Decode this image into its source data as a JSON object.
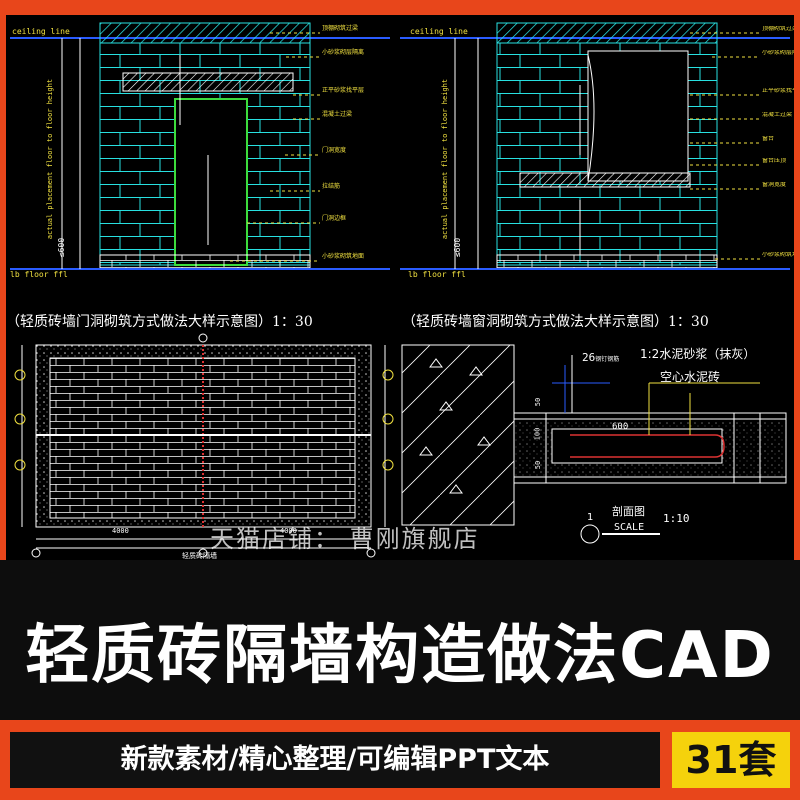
{
  "drawing_1": {
    "caption": "（轻质砖墙门洞砌筑方式做法大样示意图）1：30",
    "ceiling_label": "ceiling line",
    "floor_label": "lb floor ffl",
    "height_label": "actual placement floor to floor height",
    "dim": "≤600",
    "notes": [
      "顶棚砌筑过梁",
      "小砂浆砌层隔离",
      "正平砂浆找平层",
      "混凝土过梁",
      "门洞宽度",
      "拉结筋",
      "门洞边框",
      "小砂浆砌筑地面"
    ]
  },
  "drawing_2": {
    "caption": "（轻质砖墙窗洞砌筑方式做法大样示意图）1：30",
    "ceiling_label": "ceiling line",
    "floor_label": "lb floor ffl",
    "height_label": "actual placement floor to floor height",
    "dim": "≤600",
    "notes": [
      "顶棚砌筑过梁",
      "小砂浆砌层隔离",
      "正平砂浆找平层",
      "混凝土过梁",
      "窗台",
      "窗台压顶",
      "窗洞宽度",
      "小砂浆砌筑地面"
    ]
  },
  "drawing_3": {
    "dims": [
      "4000",
      "4000"
    ],
    "bottom_label": "轻质砖隔墙"
  },
  "drawing_4": {
    "mortar_label": "1:2水泥砂浆（抹灰）",
    "brick_label": "空心水泥砖",
    "dim_top": "26",
    "dim_top_unit": "钢钉钢筋",
    "dim_len": "600",
    "dims_v": [
      "50",
      "100",
      "50"
    ],
    "section_title": "剖面图",
    "scale_word": "SCALE",
    "scale_value": "1:10",
    "section_no": "1"
  },
  "watermark": "天猫店铺：  曹刚旗舰店",
  "title": "轻质砖隔墙构造做法CAD",
  "tagline": "新款素材/精心整理/可编辑PPT文本",
  "count": "31套",
  "colors": {
    "orange": "#e8461b",
    "yellow": "#f5d20c",
    "cad_cyan": "#28e0e0",
    "cad_yellow": "#f0e040",
    "cad_green": "#3cdc3c"
  }
}
